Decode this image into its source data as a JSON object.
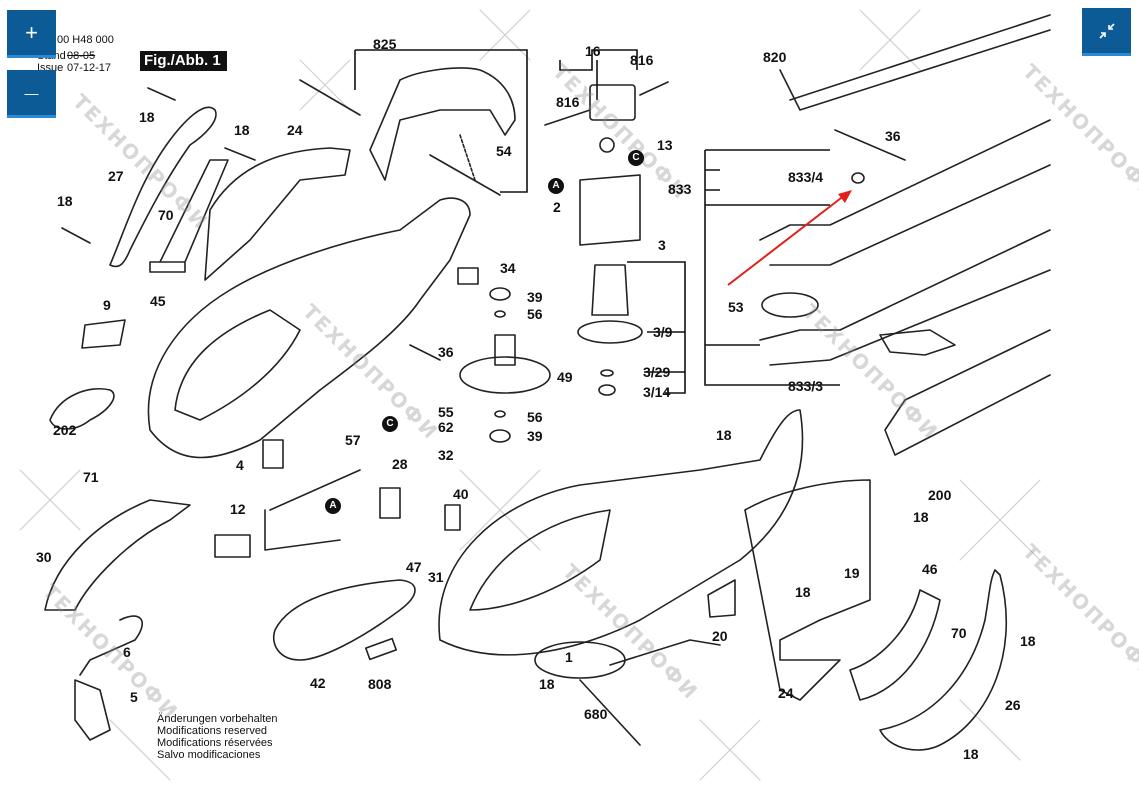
{
  "document": {
    "part_number_partial": "00 H48 000",
    "stand_label": "Stand",
    "stand_value_struck": "08-05",
    "issue_label": "Issue",
    "issue_value": "07-12-17",
    "figure_label": "Fig./Abb. 1"
  },
  "notes": [
    "Änderungen vorbehalten",
    "Modifications reserved",
    "Modifications réservées",
    "Salvo modificaciones"
  ],
  "controls": {
    "zoom_in_icon": "+",
    "zoom_out_icon": "—",
    "collapse_icon": "↙↗"
  },
  "markers": {
    "A": "A",
    "C": "C"
  },
  "watermark": "ТЕХНОПРОФИ",
  "callouts": {
    "c825": "825",
    "c16": "16",
    "c816a": "816",
    "c816b": "816",
    "c820": "820",
    "c18_top": "18",
    "c18_b": "18",
    "c24_top": "24",
    "c27": "27",
    "c18_c": "18",
    "c70_left": "70",
    "c45": "45",
    "c54": "54",
    "c13": "13",
    "c2": "2",
    "c833": "833",
    "c833_4": "833/4",
    "c36_top": "36",
    "c3": "3",
    "c3_9": "3/9",
    "c3_29": "3/29",
    "c3_14": "3/14",
    "c53": "53",
    "c833_3": "833/3",
    "c9": "9",
    "c34": "34",
    "c39_top": "39",
    "c56_top": "56",
    "c36_mid": "36",
    "c49": "49",
    "c55": "55",
    "c62": "62",
    "c32": "32",
    "c56_bot": "56",
    "c39_bot": "39",
    "c202": "202",
    "c71": "71",
    "c57": "57",
    "c4": "4",
    "c28": "28",
    "c40": "40",
    "c12": "12",
    "c47": "47",
    "c31": "31",
    "c30": "30",
    "c6": "6",
    "c5": "5",
    "c42": "42",
    "c808": "808",
    "c1": "1",
    "c18_d": "18",
    "c680": "680",
    "c200": "200",
    "c18_e": "18",
    "c18_f": "18",
    "c19": "19",
    "c18_g": "18",
    "c20": "20",
    "c46": "46",
    "c70_right": "70",
    "c18_h": "18",
    "c24_bot": "24",
    "c26": "26",
    "c18_i": "18"
  },
  "colors": {
    "control_bg": "#0c5b97",
    "control_accent": "#2a8ad4",
    "arrow_red": "#e0201a"
  }
}
